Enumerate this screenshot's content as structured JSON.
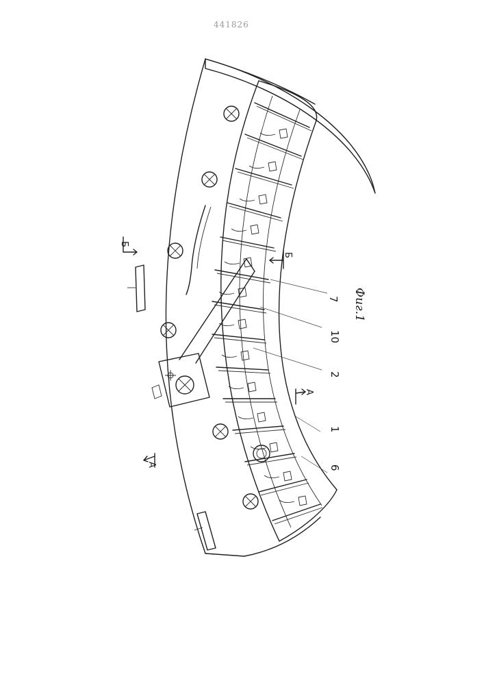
{
  "document_number": "441826",
  "figure_caption": "Фиг.1",
  "section_marks": {
    "a": "А",
    "b": "Б"
  },
  "callouts": [
    "7",
    "10",
    "2",
    "1",
    "6"
  ]
}
